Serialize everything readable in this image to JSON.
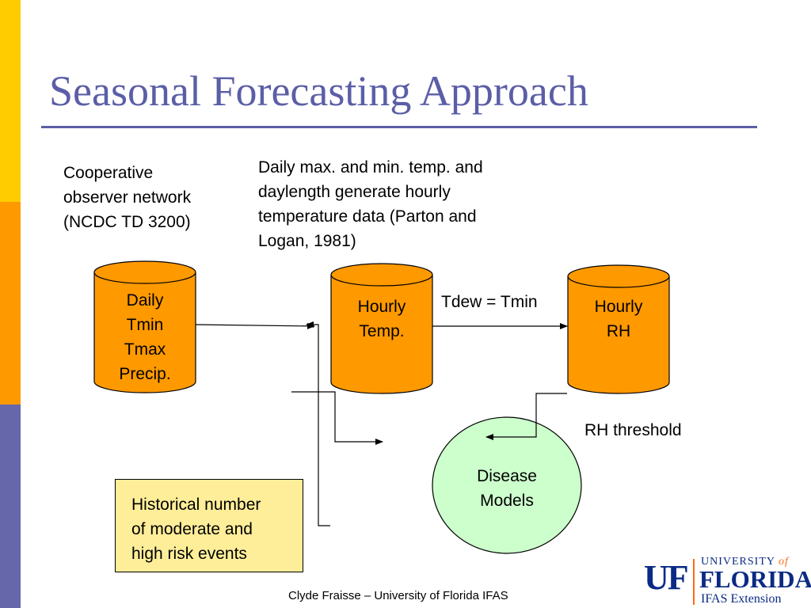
{
  "slide": {
    "title": "Seasonal Forecasting Approach",
    "footer": "Clyde Fraisse – University of Florida IFAS"
  },
  "colors": {
    "title": "#5B5EA6",
    "cylinder_fill": "#FF9900",
    "disease_fill": "#CCFFCC",
    "history_fill": "#FFEE99",
    "bar_top": "#FFCC00",
    "bar_middle": "#FF9900",
    "bar_bottom": "#6666AA"
  },
  "notes": {
    "cooperative": [
      "Cooperative",
      "observer network",
      "(NCDC TD 3200)"
    ],
    "parton": [
      "Daily max. and min. temp. and",
      "daylength generate hourly",
      "temperature data (Parton and",
      "Logan, 1981)"
    ],
    "tdew": "Tdew = Tmin",
    "rh_threshold": "RH threshold"
  },
  "nodes": {
    "daily": [
      "Daily",
      "Tmin",
      "Tmax",
      "Precip."
    ],
    "hourly_temp": [
      "Hourly",
      "Temp."
    ],
    "hourly_rh": [
      "Hourly",
      "RH"
    ],
    "disease": [
      "Disease",
      "Models"
    ],
    "history": [
      "Historical number",
      "of moderate and",
      "high risk events"
    ]
  },
  "logo": {
    "mark": "UF",
    "university": "UNIVERSITY",
    "of": "of",
    "florida": "FLORIDA",
    "extension": "IFAS Extension"
  }
}
